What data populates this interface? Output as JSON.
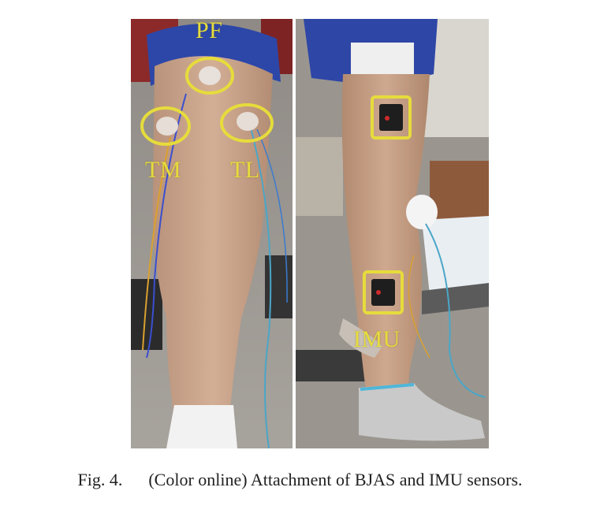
{
  "figure": {
    "labels": {
      "pf": "PF",
      "tm": "TM",
      "tl": "TL",
      "imu": "IMU"
    },
    "marker_color": "#e6dc3c"
  },
  "caption": {
    "number": "Fig. 4.",
    "text": "(Color online) Attachment of BJAS and IMU sensors."
  }
}
